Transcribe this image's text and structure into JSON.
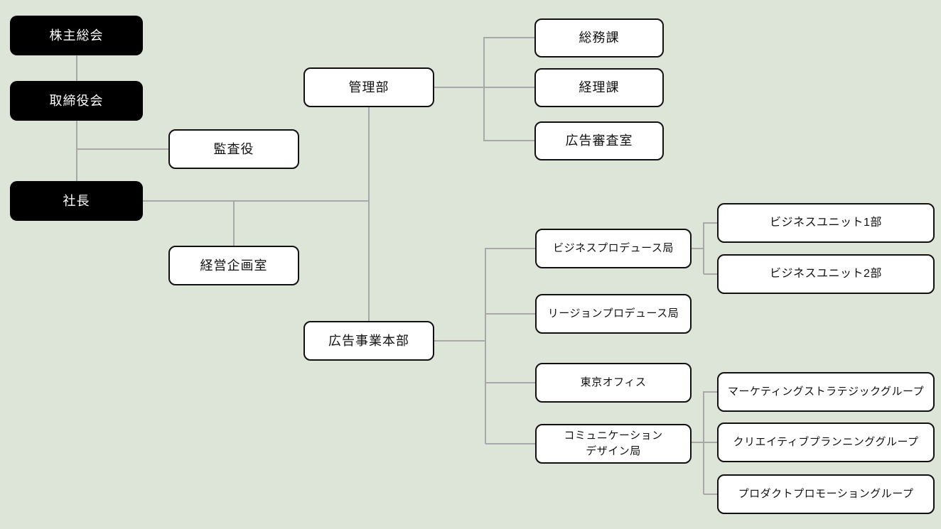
{
  "diagram": {
    "type": "org-chart",
    "background_color": "#dde4d8",
    "connector_color": "#a8a8a8",
    "node_styles": {
      "primary_fill": "#000000",
      "primary_text": "#ffffff",
      "default_fill": "#ffffff",
      "default_border": "#111111",
      "default_text": "#111111"
    }
  },
  "nodes": {
    "shareholders_meeting": {
      "label": "株主総会",
      "style": "primary"
    },
    "board_of_directors": {
      "label": "取締役会",
      "style": "primary"
    },
    "auditor": {
      "label": "監査役",
      "style": "default"
    },
    "president": {
      "label": "社長",
      "style": "primary"
    },
    "management_planning_office": {
      "label": "経営企画室",
      "style": "default"
    },
    "administration_dept": {
      "label": "管理部",
      "style": "default"
    },
    "general_affairs_section": {
      "label": "総務課",
      "style": "default"
    },
    "accounting_section": {
      "label": "経理課",
      "style": "default"
    },
    "ad_review_office": {
      "label": "広告審査室",
      "style": "default"
    },
    "ad_business_hq": {
      "label": "広告事業本部",
      "style": "default"
    },
    "business_produce_bureau": {
      "label": "ビジネスプロデュース局",
      "style": "default"
    },
    "region_produce_bureau": {
      "label": "リージョンプロデュース局",
      "style": "default"
    },
    "tokyo_office": {
      "label": "東京オフィス",
      "style": "default"
    },
    "communication_design_bureau": {
      "label_line1": "コミュニケーション",
      "label_line2": "デザイン局",
      "style": "default"
    },
    "business_unit_1": {
      "label": "ビジネスユニット1部",
      "style": "default"
    },
    "business_unit_2": {
      "label": "ビジネスユニット2部",
      "style": "default"
    },
    "marketing_strategic_group": {
      "label": "マーケティングストラテジックグループ",
      "style": "default"
    },
    "creative_planning_group": {
      "label": "クリエイティブプランニンググループ",
      "style": "default"
    },
    "product_promotion_group": {
      "label": "プロダクトプロモーショングループ",
      "style": "default"
    }
  },
  "hierarchy": {
    "株主総会": [
      "取締役会"
    ],
    "取締役会": [
      "監査役",
      "社長"
    ],
    "社長": [
      "経営企画室",
      "管理部",
      "広告事業本部"
    ],
    "管理部": [
      "総務課",
      "経理課",
      "広告審査室"
    ],
    "広告事業本部": [
      "ビジネスプロデュース局",
      "リージョンプロデュース局",
      "東京オフィス",
      "コミュニケーションデザイン局"
    ],
    "ビジネスプロデュース局": [
      "ビジネスユニット1部",
      "ビジネスユニット2部"
    ],
    "コミュニケーションデザイン局": [
      "マーケティングストラテジックグループ",
      "クリエイティブプランニンググループ",
      "プロダクトプロモーショングループ"
    ]
  }
}
